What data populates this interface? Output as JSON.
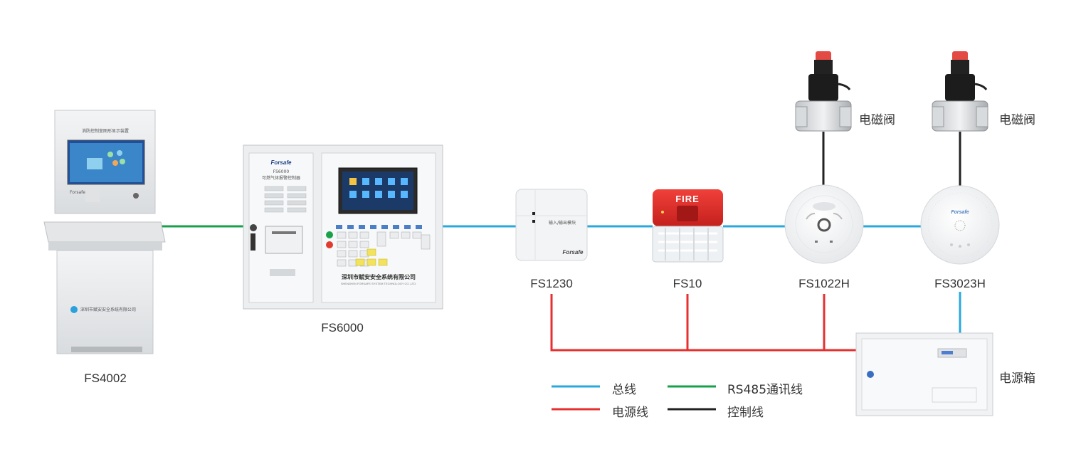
{
  "colors": {
    "bus": "#29a8dc",
    "rs485": "#16a04a",
    "power": "#e5302f",
    "control": "#222222"
  },
  "devices": {
    "fs4002": {
      "label": "FS4002",
      "screen_title": "消防控制室图形显示装置",
      "brand": "Forsafe",
      "company": "深圳市赋安安全系统有限公司"
    },
    "fs6000": {
      "label": "FS6000",
      "brand": "Forsafe",
      "model": "FS6000",
      "name": "可燃气体报警控制器",
      "company": "深圳市赋安安全系统有限公司",
      "company_en": "SHENZHEN FORSAFE SYSTEM TECHNOLOGY CO.,LTD."
    },
    "fs1230": {
      "label": "FS1230",
      "text": "输入/输出模块",
      "brand": "Forsafe"
    },
    "fs10": {
      "label": "FS10",
      "badge": "FIRE"
    },
    "fs1022h": {
      "label": "FS1022H"
    },
    "fs3023h": {
      "label": "FS3023H",
      "brand": "Forsafe"
    },
    "valve_left": {
      "label": "电磁阀"
    },
    "valve_right": {
      "label": "电磁阀"
    },
    "power_box": {
      "label": "电源箱"
    }
  },
  "legend": {
    "bus": "总线",
    "rs485": "RS485通讯线",
    "power": "电源线",
    "control": "控制线"
  }
}
